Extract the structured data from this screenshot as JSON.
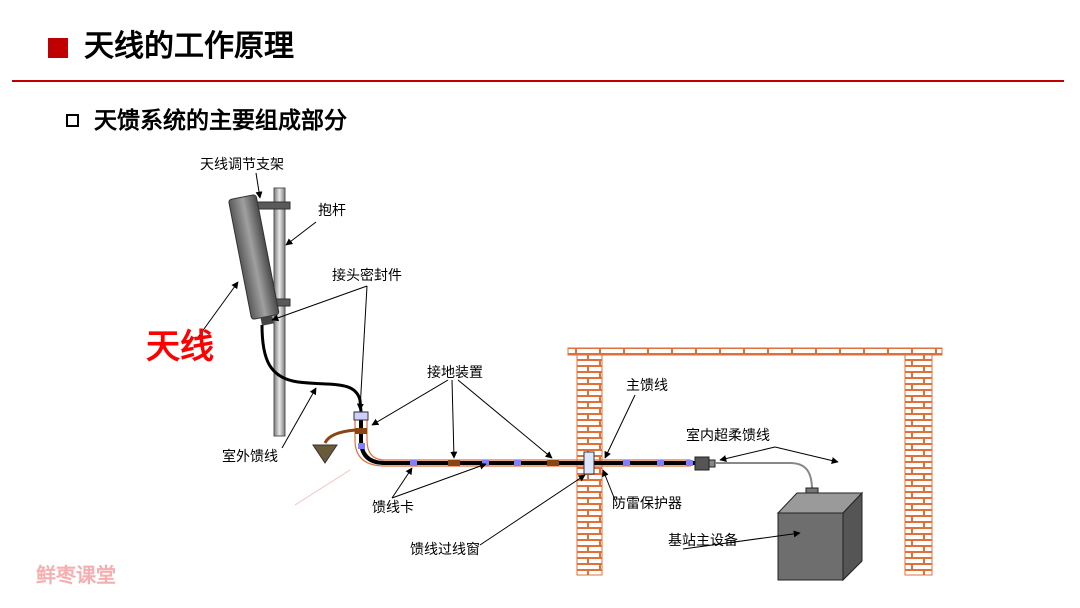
{
  "header": {
    "title": "天线的工作原理",
    "subtitle": "天馈系统的主要组成部分"
  },
  "diagram": {
    "labels": {
      "bracket": "天线调节支架",
      "pole": "抱杆",
      "connector_seal": "接头密封件",
      "antenna": "天线",
      "grounding": "接地装置",
      "main_feeder": "主馈线",
      "outdoor_feeder": "室外馈线",
      "indoor_feeder": "室内超柔馈线",
      "clip": "馈线卡",
      "lightning": "防雷保护器",
      "bts": "基站主设备",
      "window": "馈线过线窗"
    },
    "watermark": "鲜枣课堂"
  },
  "colors": {
    "accent": "#c00000",
    "antenna_label": "#ff0000",
    "brick": "#e0703a",
    "clip": "#8080ff",
    "ground_block": "#8b4513"
  }
}
